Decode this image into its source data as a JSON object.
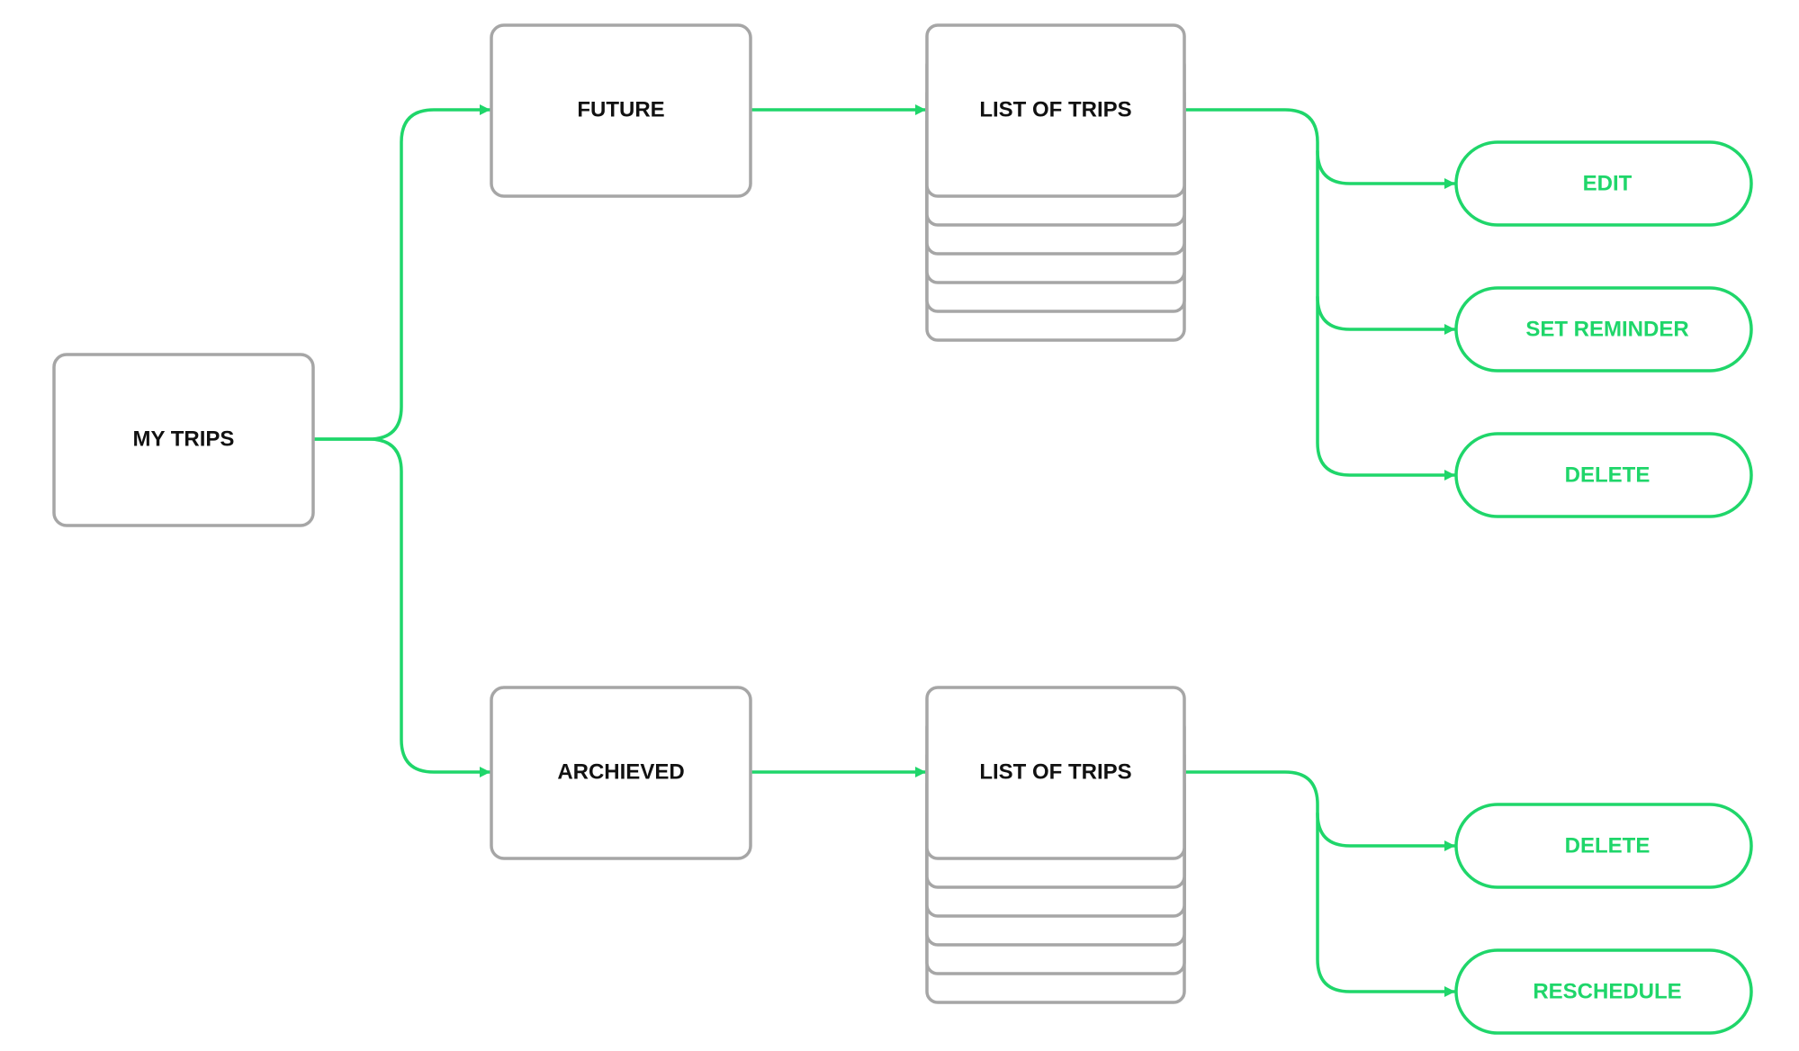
{
  "colors": {
    "accent": "#1fd66a",
    "box_border": "#a6a6a6",
    "box_text": "#111111",
    "background": "#ffffff"
  },
  "diagram": {
    "root": {
      "label": "MY TRIPS"
    },
    "branches": [
      {
        "label": "FUTURE",
        "list_label": "LIST OF TRIPS",
        "actions": [
          "EDIT",
          "SET REMINDER",
          "DELETE"
        ]
      },
      {
        "label": "ARCHIEVED",
        "list_label": "LIST OF TRIPS",
        "actions": [
          "DELETE",
          "RESCHEDULE"
        ]
      }
    ]
  }
}
